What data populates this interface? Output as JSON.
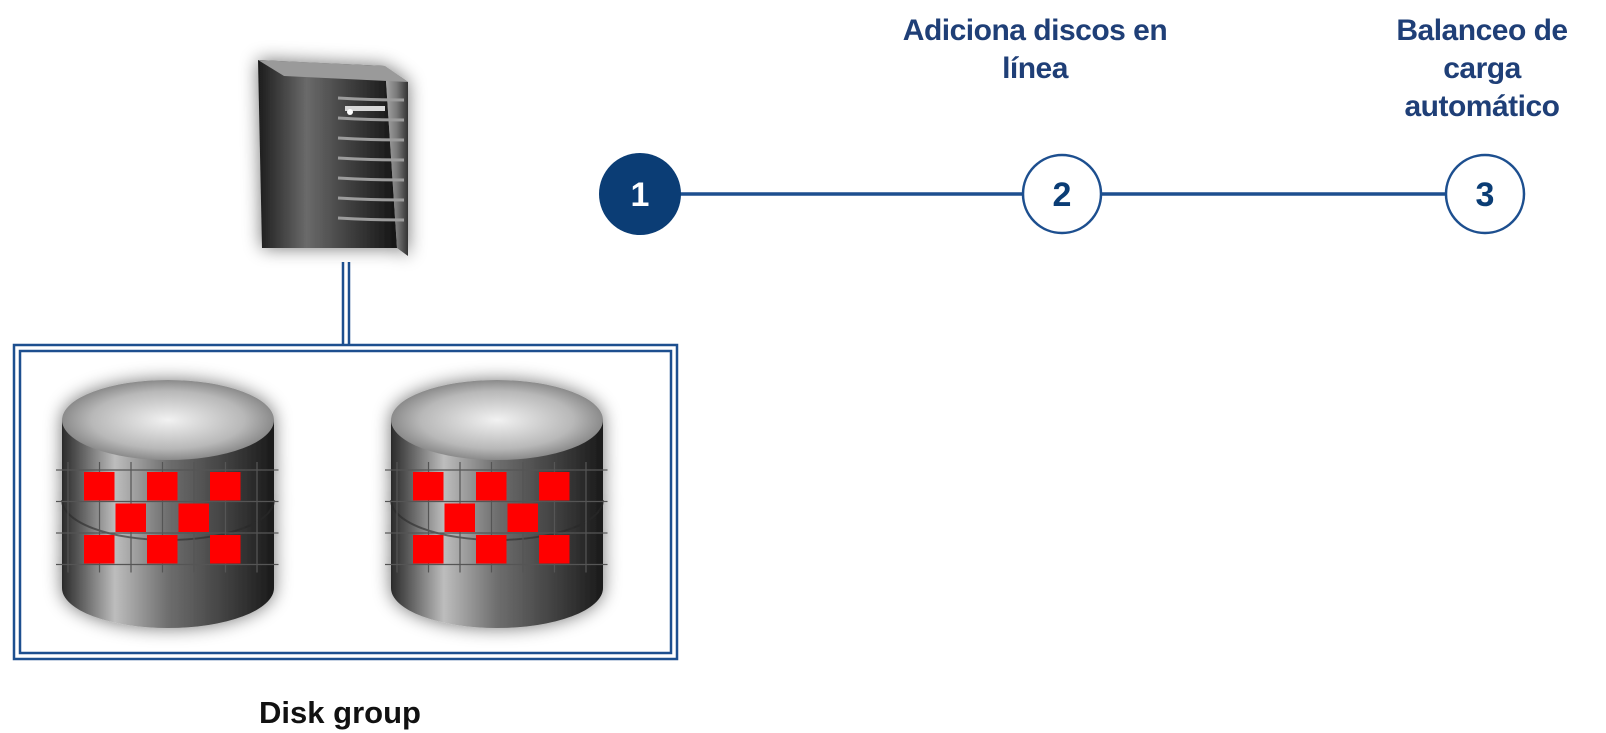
{
  "disk_group": {
    "label": "Disk group",
    "disk_count": 2
  },
  "steps": [
    {
      "number": "1",
      "title": "",
      "active": true
    },
    {
      "number": "2",
      "title": "Adiciona discos en línea",
      "active": false
    },
    {
      "number": "3",
      "title": "Balanceo de carga automático",
      "active": false
    }
  ],
  "colors": {
    "step_blue": "#0b3d75",
    "title_blue": "#1f3f77",
    "block_red": "#ff0000",
    "connector": "#1d4f8f"
  },
  "icons": {
    "server": "server-tower-icon",
    "disk": "disk-cylinder-icon"
  }
}
